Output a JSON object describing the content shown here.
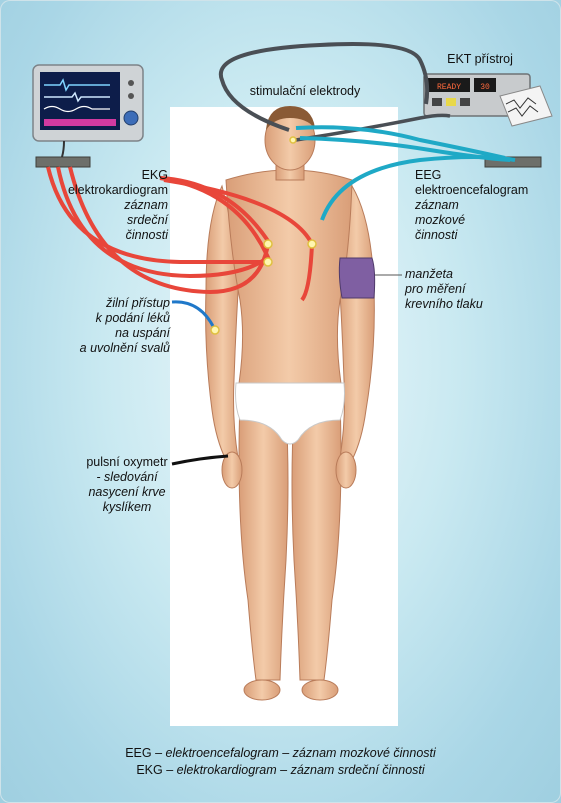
{
  "labels": {
    "stimulation": "stimulační elektrody",
    "ekt_device": "EKT přístroj",
    "ekg_title": "EKG",
    "ekg_full": "elektrokardiogram",
    "ekg_desc": [
      "záznam",
      "srdeční",
      "činnosti"
    ],
    "eeg_title": "EEG",
    "eeg_full": "elektroencefalogram",
    "eeg_desc": [
      "záznam",
      "mozkové",
      "činnosti"
    ],
    "cuff": [
      "manžeta",
      "pro měření",
      "krevního tlaku"
    ],
    "iv": [
      "žilní přístup",
      "k podání léků",
      "na uspání",
      "a uvolnění svalů"
    ],
    "oximeter_title": "pulsní oxymetr",
    "oximeter_desc": [
      "- sledování",
      "nasycení krve",
      "kyslíkem"
    ]
  },
  "ekt_screen": {
    "left": "READY",
    "right": "30"
  },
  "footer": {
    "line1_abbr": "EEG",
    "line1_desc": " – elektroencefalogram – záznam mozkové činnosti",
    "line2_abbr": "EKG",
    "line2_desc": " – elektrokardiogram – záznam srdeční činnosti"
  },
  "colors": {
    "ekg_wire": "#e8463a",
    "eeg_wire": "#1fa9c6",
    "stim_wire": "#4a4f55",
    "cuff": "#7f5fa2",
    "skin": "#f0c3a0",
    "briefs": "#ffffff"
  }
}
